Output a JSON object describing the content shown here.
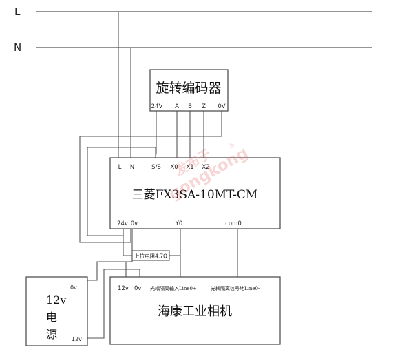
{
  "lines": {
    "l_label": "L",
    "n_label": "N"
  },
  "encoder": {
    "title": "旋转编码器",
    "pins": [
      "24V",
      "A",
      "B",
      "Z",
      "0V"
    ]
  },
  "plc": {
    "model": "三菱FX3SA-10MT-CM",
    "top_pins": [
      "L",
      "N",
      "S/S",
      "X0",
      "X1",
      "X2"
    ],
    "bottom_pins": [
      "24v",
      "0v",
      "Y0",
      "com0"
    ]
  },
  "resistor": {
    "label": "上拉电阻4.7Ω"
  },
  "power": {
    "title_line1": "12v",
    "title_line2": "电",
    "title_line3": "源",
    "pin_0v": "0v",
    "pin_12v": "12v"
  },
  "camera": {
    "title": "海康工业相机",
    "pins": [
      "12v",
      "0v"
    ],
    "line_in": "光耦隔离输入Line0+",
    "line_gnd": "光耦隔离信号地Line0-"
  },
  "watermark": {
    "text_cn": "发布于",
    "text_en": "gongkong",
    "reg": "®"
  }
}
